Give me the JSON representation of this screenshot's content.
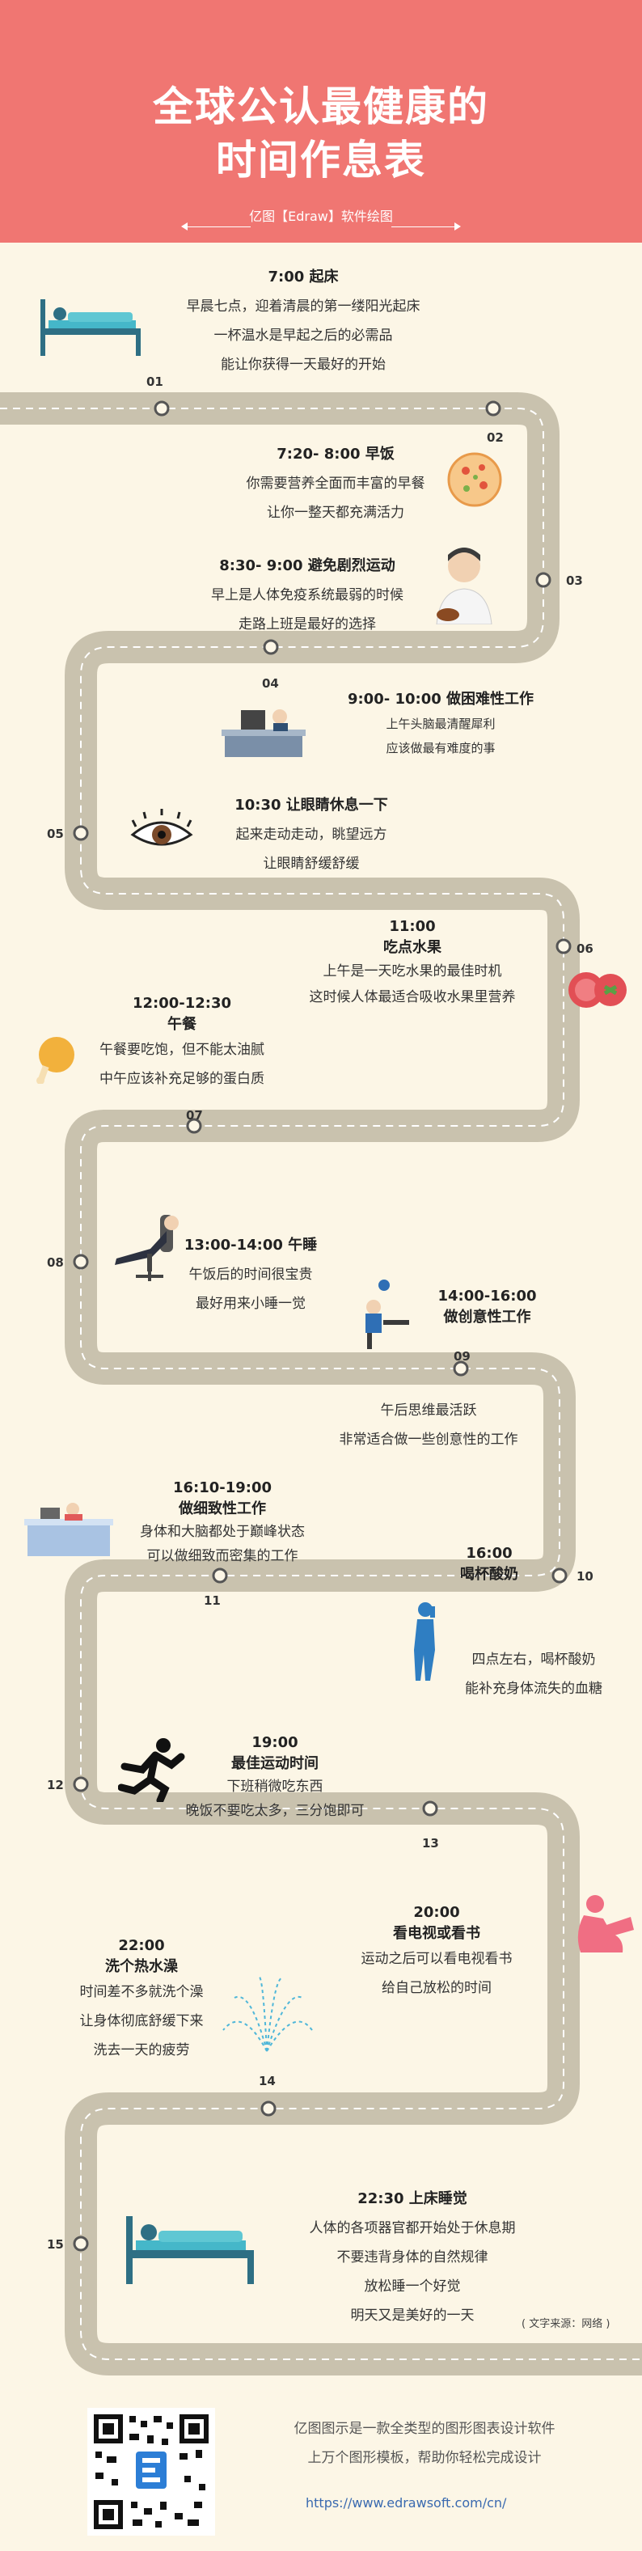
{
  "header": {
    "title_line1": "全球公认最健康的",
    "title_line2": "时间作息表",
    "subtitle": "亿图【Edraw】软件绘图",
    "bg_color": "#f07672"
  },
  "numbers": [
    "01",
    "02",
    "03",
    "04",
    "05",
    "06",
    "07",
    "08",
    "09",
    "10",
    "11",
    "12",
    "13",
    "14",
    "15"
  ],
  "items": [
    {
      "time": "7:00 起床",
      "lines": [
        "早晨七点，迎着清晨的第一缕阳光起床",
        "一杯温水是早起之后的必需品",
        "能让你获得一天最好的开始"
      ]
    },
    {
      "time": "7:20- 8:00 早饭",
      "lines": [
        "你需要营养全面而丰富的早餐",
        "让你一整天都充满活力"
      ]
    },
    {
      "time": "8:30- 9:00  避免剧烈运动",
      "lines": [
        "早上是人体免疫系统最弱的时候",
        "走路上班是最好的选择"
      ]
    },
    {
      "time": "9:00- 10:00  做困难性工作",
      "lines": [
        "上午头脑最清醒犀利",
        "应该做最有难度的事"
      ]
    },
    {
      "time": "10:30 让眼睛休息一下",
      "lines": [
        "起来走动走动，眺望远方",
        "让眼睛舒缓舒缓"
      ]
    },
    {
      "time": "11:00",
      "title": "吃点水果",
      "lines": [
        "上午是一天吃水果的最佳时机",
        "这时候人体最适合吸收水果里营养"
      ]
    },
    {
      "time": "12:00-12:30",
      "title": "午餐",
      "lines": [
        "午餐要吃饱，但不能太油腻",
        "中午应该补充足够的蛋白质"
      ]
    },
    {
      "time": "13:00-14:00 午睡",
      "lines": [
        "午饭后的时间很宝贵",
        "最好用来小睡一觉"
      ]
    },
    {
      "time": "14:00-16:00",
      "title": "做创意性工作",
      "lines": [
        "午后思维最活跃",
        "非常适合做一些创意性的工作"
      ]
    },
    {
      "time": "16:10-19:00",
      "title": "做细致性工作",
      "lines": [
        "身体和大脑都处于巅峰状态",
        "可以做细致而密集的工作"
      ]
    },
    {
      "time": "16:00",
      "title": "喝杯酸奶",
      "lines": [
        "四点左右，喝杯酸奶",
        "能补充身体流失的血糖"
      ]
    },
    {
      "time": "19:00",
      "title": "最佳运动时间",
      "lines": [
        "下班稍微吃东西",
        "晚饭不要吃太多，三分饱即可"
      ]
    },
    {
      "time": "20:00",
      "title": "看电视或看书",
      "lines": [
        "运动之后可以看电视看书",
        "给自己放松的时间"
      ]
    },
    {
      "time": "22:00",
      "title": "洗个热水澡",
      "lines": [
        "时间差不多就洗个澡",
        "让身体彻底舒缓下来",
        "洗去一天的疲劳"
      ]
    },
    {
      "time": "22:30 上床睡觉",
      "lines": [
        "人体的各项器官都开始处于休息期",
        "不要违背身体的自然规律",
        "放松睡一个好觉",
        "明天又是美好的一天"
      ]
    }
  ],
  "source_note": "( 文字来源：网络 )",
  "footer": {
    "line1": "亿图图示是一款全类型的图形图表设计软件",
    "line2": "上万个图形模板，帮助你轻松完成设计",
    "url": "https://www.edrawsoft.com/cn/"
  },
  "colors": {
    "road": "#c9c2ae",
    "road_dash": "#ffffff",
    "node": "#555555",
    "bed": "#2e6f84"
  }
}
